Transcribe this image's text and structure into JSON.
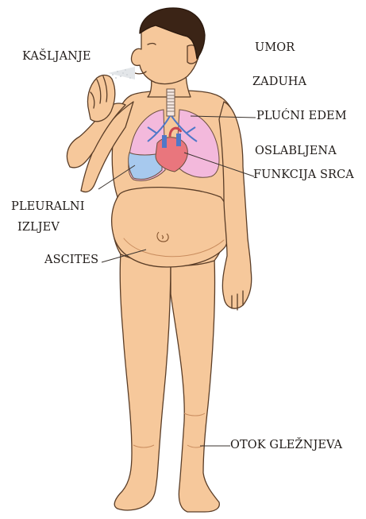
{
  "colors": {
    "skin": "#f6c89b",
    "skin_shadow": "#e3a877",
    "outline": "#5a3d27",
    "hair": "#3b2416",
    "lungs": "#f3b9dc",
    "heart": "#e9767d",
    "vessels_blue": "#4f78c8",
    "fluid": "#a7c9ee",
    "text": "#1f1a17"
  },
  "labels": {
    "cough": "KAŠLJANJE",
    "fatigue": "UMOR",
    "dyspnea": "ZADUHA",
    "pulmonary_edema": "PLUĆNI EDEM",
    "weak_heart_1": "OSLABLJENA",
    "weak_heart_2": "FUNKCIJA SRCA",
    "pleural_1": "PLEURALNI",
    "pleural_2": "IZLJEV",
    "ascites": "ASCITES",
    "ankle": "OTOK GLEŽNJEVA"
  }
}
